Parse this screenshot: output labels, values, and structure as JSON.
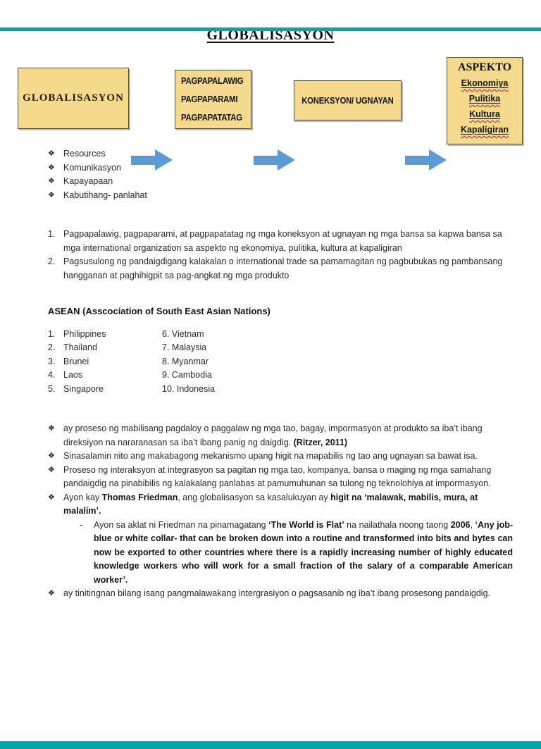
{
  "doc": {
    "title": "GLOBALISASYON"
  },
  "colors": {
    "accent_teal": "#00a7a7",
    "box_fill": "#f5d98c",
    "box_border": "#55513c",
    "arrow_blue": "#5b9bd5",
    "squiggle_red": "#cc1111"
  },
  "glyphs": {
    "bullet": "❖",
    "dash": "-"
  },
  "flowchart": {
    "box1": {
      "label": "GLOBALISASYON"
    },
    "box2": {
      "lines": [
        "PAGPAPALAWIG",
        "PAGPAPARAMI",
        "PAGPAPATATAG"
      ]
    },
    "box3": {
      "label": "KONEKSYON/ UGNAYAN"
    },
    "box4": {
      "title": "ASPEKTO",
      "items": [
        "Ekonomiya",
        "Pulitika",
        "Kultura",
        "Kapaligiran"
      ]
    }
  },
  "bullets_top": [
    "Resources",
    "Komunikasyon",
    "Kapayapaan",
    "Kabutihang- panlahat"
  ],
  "numbered_list": [
    {
      "num": "1.",
      "text": "Pagpapalawig, pagpaparami, at pagpapatatag ng mga koneksyon at ugnayan ng mga bansa sa kapwa bansa sa mga international organization sa aspekto ng ekonomiya, pulitika, kultura at kapaligiran"
    },
    {
      "num": "2.",
      "text": "Pagsusulong ng pandaigdigang kalakalan o international trade sa pamamagitan ng pagbubukas ng pambansang hangganan at paghihigpit sa pag-angkat ng mga produkto"
    }
  ],
  "asean": {
    "heading": "ASEAN (Asscociation of South East Asian Nations)",
    "col1": [
      {
        "num": "1.",
        "name": "Philippines"
      },
      {
        "num": "2.",
        "name": "Thailand"
      },
      {
        "num": "3.",
        "name": "Brunei"
      },
      {
        "num": "4.",
        "name": "Laos"
      },
      {
        "num": "5.",
        "name": "Singapore"
      }
    ],
    "col2": [
      "6. Vietnam",
      "7. Malaysia",
      "8. Myanmar",
      "9. Cambodia",
      "10. Indonesia"
    ]
  },
  "bullets_bottom": [
    {
      "runs": [
        {
          "t": "ay proseso ng mabilisang pagdaloy o paggalaw ng mga tao, bagay, impormasyon at produkto sa iba’t ibang direksiyon na nararanasan sa iba’t ibang panig ng daigdig. ",
          "b": false
        },
        {
          "t": "(Ritzer, 2011)",
          "b": true
        }
      ]
    },
    {
      "runs": [
        {
          "t": "Sinasalamin nito ang makabagong mekanismo upang higit na mapabilis ng tao ang ugnayan sa bawat isa.",
          "b": false
        }
      ]
    },
    {
      "runs": [
        {
          "t": "Proseso ng interaksyon at integrasyon sa pagitan ng mga tao, kompanya, bansa o maging ng mga samahang pandaigdig na pinabibilis ng kalakalang panlabas at pamumuhunan sa tulong ng teknolohiya at impormasyon.",
          "b": false
        }
      ]
    },
    {
      "runs": [
        {
          "t": "Ayon kay ",
          "b": false
        },
        {
          "t": "Thomas Friedman",
          "b": true
        },
        {
          "t": ", ang globalisasyon sa kasalukuyan ay ",
          "b": false
        },
        {
          "t": "higit na ‘malawak, mabilis, mura, at malalim’.",
          "b": true
        }
      ]
    },
    {
      "runs": [
        {
          "t": "Ayon sa aklat ni Friedman na pinamagatang ",
          "b": false
        },
        {
          "t": "‘The World is Flat’",
          "b": true
        },
        {
          "t": " na nailathala noong taong ",
          "b": false
        },
        {
          "t": "2006",
          "b": true
        },
        {
          "t": ", ",
          "b": false
        },
        {
          "t": "‘Any job- blue or white collar- that can be broken down into a routine and transformed into bits and bytes can now be exported to other countries where there is a rapidly increasing number of highly educated knowledge workers who will work for a small fraction of the salary of a comparable American worker’.",
          "b": true
        }
      ]
    },
    {
      "runs": [
        {
          "t": "ay tinitingnan bilang isang pangmalawakang intergrasiyon o pagsasanib ng iba’t ibang prosesong pandaigdig.",
          "b": false
        }
      ]
    }
  ]
}
